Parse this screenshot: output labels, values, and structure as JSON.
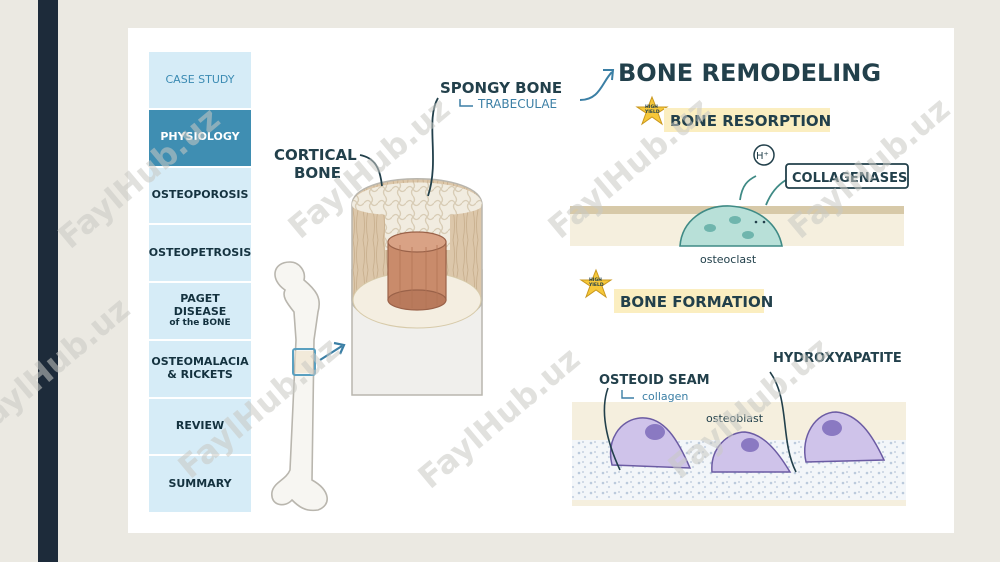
{
  "sidebar": {
    "items": [
      {
        "label": "CASE STUDY"
      },
      {
        "label": "PHYSIOLOGY"
      },
      {
        "label": "OSTEOPOROSIS"
      },
      {
        "label": "OSTEOPETROSIS"
      },
      {
        "label": "PAGET DISEASE",
        "sub": "of the BONE"
      },
      {
        "label": "OSTEOMALACIA",
        "sub": "& RICKETS"
      },
      {
        "label": "REVIEW"
      },
      {
        "label": "SUMMARY"
      }
    ]
  },
  "diagram": {
    "title": "BONE REMODELING",
    "cortical_label": "CORTICAL",
    "cortical_label2": "BONE",
    "spongy_label": "SPONGY BONE",
    "trabeculae_label": "TRABECULAE",
    "resorption_label": "BONE RESORPTION",
    "h_ion": "H⁺",
    "collagenases_label": "COLLAGENASES",
    "osteoclast_label": "osteoclast",
    "formation_label": "BONE FORMATION",
    "osteoid_label": "OSTEOID SEAM",
    "collagen_label": "collagen",
    "hydroxyapatite_label": "HYDROXYAPATITE",
    "osteoblast_label": "osteoblast",
    "high_yield": [
      "HIGH",
      "YIELD"
    ]
  },
  "watermark": "FaylHub.uz",
  "colors": {
    "sidebar_bg": "#d6ecf7",
    "sidebar_active": "#3f8eb2",
    "left_bar": "#1d2b3a",
    "title": "#22404b",
    "star": "#f6c83a"
  }
}
